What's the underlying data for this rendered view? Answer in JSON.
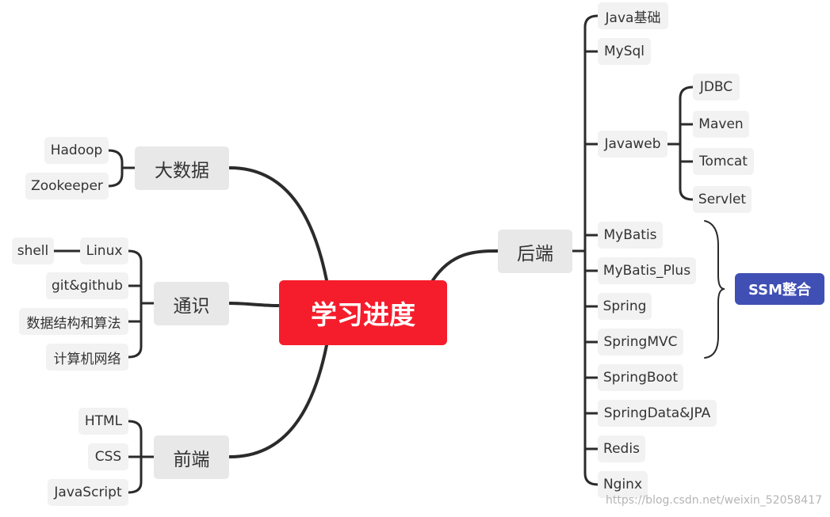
{
  "central": "学习进度",
  "branches": {
    "bigdata": {
      "label": "大数据",
      "children": [
        "Hadoop",
        "Zookeeper"
      ]
    },
    "general": {
      "label": "通识",
      "linux": "Linux",
      "shell": "shell",
      "children": [
        "git&github",
        "数据结构和算法",
        "计算机网络"
      ]
    },
    "frontend": {
      "label": "前端",
      "children": [
        "HTML",
        "CSS",
        "JavaScript"
      ]
    },
    "backend": {
      "label": "后端",
      "items": [
        "Java基础",
        "MySql",
        "Javaweb",
        "MyBatis",
        "MyBatis_Plus",
        "Spring",
        "SpringMVC",
        "SpringBoot",
        "SpringData&JPA",
        "Redis",
        "Nginx"
      ],
      "javaweb_children": [
        "JDBC",
        "Maven",
        "Tomcat",
        "Servlet"
      ],
      "summary": "SSM整合"
    }
  },
  "watermark": "https://blog.csdn.net/weixin_52058417",
  "colors": {
    "central": "#f51d2c",
    "summary": "#3f4fb4",
    "node": "#f2f2f2",
    "topic": "#e8e8e8",
    "line": "#2b2b2b"
  }
}
